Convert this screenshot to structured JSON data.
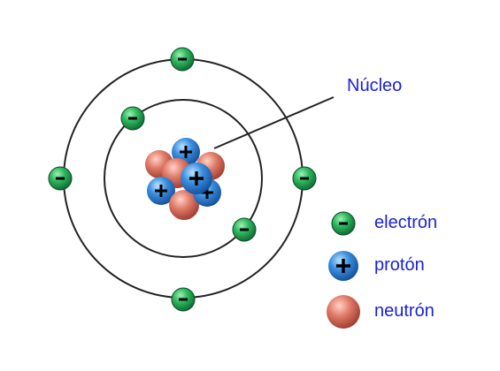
{
  "diagram": {
    "nucleus_label": "Núcleo",
    "legend": {
      "electron": {
        "label": "electrón",
        "symbol": "−"
      },
      "proton": {
        "label": "protón",
        "symbol": "+"
      },
      "neutron": {
        "label": "neutrón"
      }
    },
    "colors": {
      "orbit": "#222222",
      "label": "#1a22d6",
      "electron_fill": "#21a352",
      "proton_fill": "#2f7fd0",
      "neutron_fill": "#d9695a"
    }
  }
}
